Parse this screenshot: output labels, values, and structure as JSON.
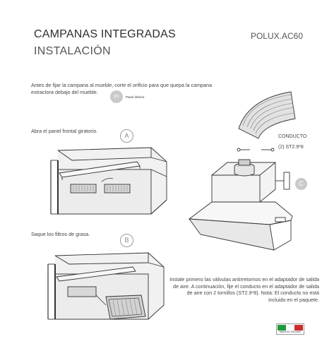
{
  "header": {
    "title": "CAMPANAS INTEGRADAS",
    "subtitle": "INSTALACIÓN",
    "model": "POLUX.AC60"
  },
  "steps": {
    "intro": "Antes de fijar la campana al mueble, corte el orificio para que quepa la campana extractora debajo del mueble.",
    "panel_badge": "PI",
    "panel_label": "Panel inferior",
    "step_a_text": "Abra el panel frontal giratorio.",
    "step_a_badge": "A",
    "step_b_text": "Saque los filtros de grasa.",
    "step_b_badge": "B",
    "step_c_badge": "C",
    "step_c_text": "Instale primero las válvulas antirretornos en el adaptador de salida de aire. A continuación, fije el conducto en el adaptador de salida de aire con 2 tornillos (ST2.9*8). Nota: El conducto no está incluido en el paquete."
  },
  "diagram": {
    "duct_label": "CONDUCTO",
    "screw_label": "(2) ST2.9*8"
  },
  "footer": {
    "flag_label": "MARCHIO ITALIANO",
    "flag_colors": [
      "#1f9a3a",
      "#ffffff",
      "#cf2b2b"
    ]
  }
}
